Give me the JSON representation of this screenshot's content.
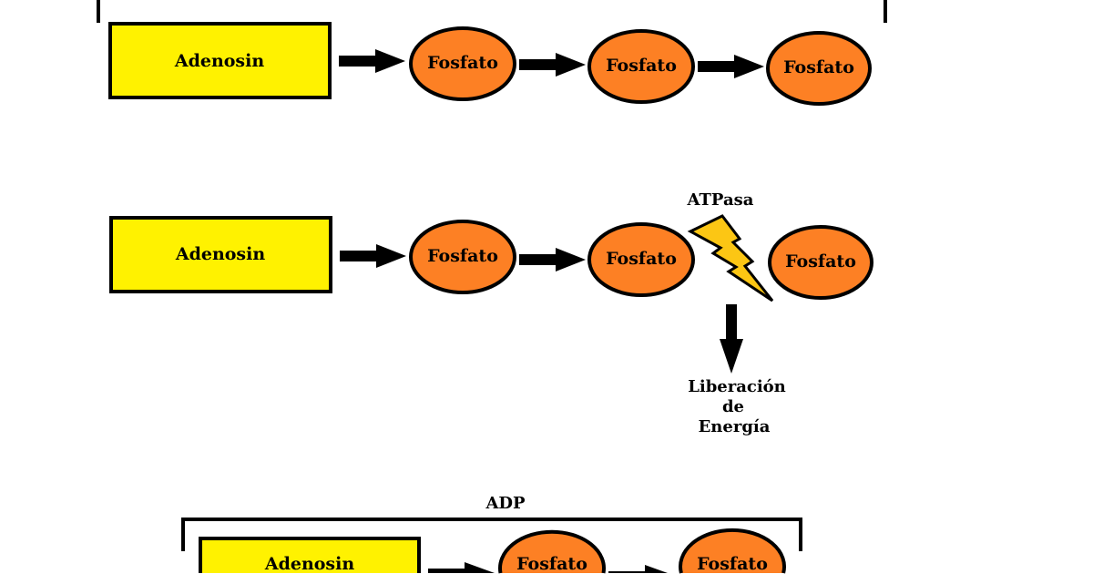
{
  "colors": {
    "adenosine_box": "#fff200",
    "phosphate": "#fd8024",
    "lightning": "#fcc614"
  },
  "row1": {
    "adenosine": "Adenosin",
    "phosphates": [
      "Fosfato",
      "Fosfato",
      "Fosfato"
    ]
  },
  "row2": {
    "adenosine": "Adenosin",
    "phosphates": [
      "Fosfato",
      "Fosfato",
      "Fosfato"
    ],
    "enzyme": "ATPasa",
    "release": [
      "Liberación",
      "de",
      "Energía"
    ]
  },
  "row3": {
    "title": "ADP",
    "adenosine": "Adenosin",
    "phosphates": [
      "Fosfato",
      "Fosfato"
    ]
  }
}
